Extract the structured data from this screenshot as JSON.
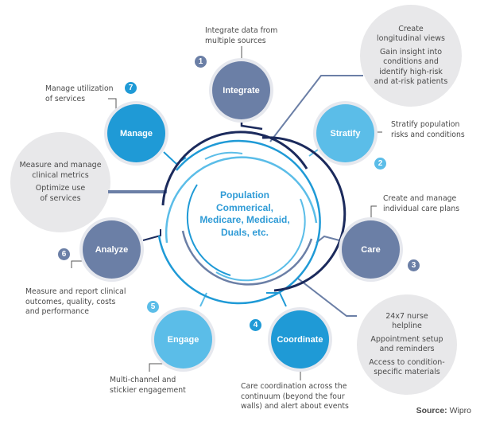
{
  "center": {
    "title": "Population\nCommerical,\nMedicare, Medicaid,\nDuals, etc."
  },
  "colors": {
    "slate": "#6b7fa6",
    "blue": "#1f9ad6",
    "light_blue": "#5bbde8",
    "navy": "#1b2a5c",
    "bubble_gray": "#e8e8ea",
    "text_gray": "#4a4a4a"
  },
  "nodes": [
    {
      "number": "1",
      "label": "Integrate",
      "description": "Integrate data from\nmultiple sources",
      "color": "#6b7fa6"
    },
    {
      "number": "2",
      "label": "Stratify",
      "description": "Stratify population\nrisks and conditions",
      "color": "#5bbde8"
    },
    {
      "number": "3",
      "label": "Care",
      "description": "Create and manage\nindividual care plans",
      "color": "#6b7fa6"
    },
    {
      "number": "4",
      "label": "Coordinate",
      "description": "Care coordination across the\ncontinuum (beyond the four\nwalls) and alert about events",
      "color": "#1f9ad6"
    },
    {
      "number": "5",
      "label": "Engage",
      "description": "Multi-channel and\nstickier engagement",
      "color": "#5bbde8"
    },
    {
      "number": "6",
      "label": "Analyze",
      "description": "Measure and report clinical\noutcomes, quality, costs\nand performance",
      "color": "#6b7fa6"
    },
    {
      "number": "7",
      "label": "Manage",
      "description": "Manage utilization\nof services",
      "color": "#1f9ad6"
    }
  ],
  "bubbles": {
    "top_right": [
      "Create\nlongitudinal views",
      "Gain insight into\nconditions and\nidentify high-risk\nand at-risk patients"
    ],
    "left": [
      "Measure and manage\nclinical metrics",
      "Optimize use\nof services"
    ],
    "bottom_right": [
      "24x7 nurse\nhelpline",
      "Appointment setup\nand reminders",
      "Access to condition-\nspecific materials"
    ]
  },
  "source": {
    "label": "Source:",
    "value": "Wipro"
  }
}
